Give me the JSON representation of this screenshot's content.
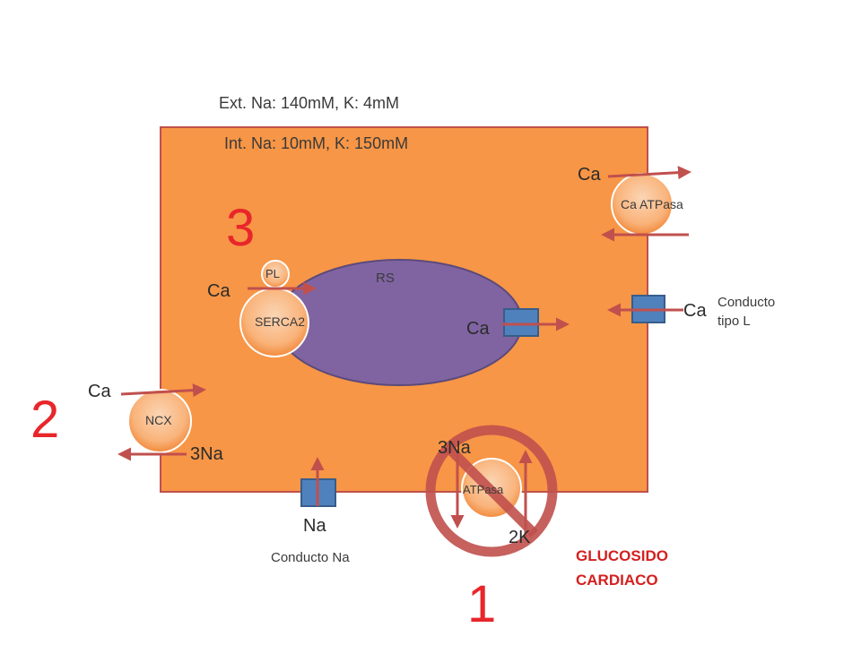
{
  "extracellular": "Ext. Na: 140mM, K: 4mM",
  "intracellular": "Int. Na: 10mM, K: 150mM",
  "numbers": {
    "one": "1",
    "two": "2",
    "three": "3"
  },
  "reticulum": {
    "label": "RS"
  },
  "serca": {
    "label": "SERCA2",
    "pl_label": "PL",
    "ion": "Ca"
  },
  "rs_channel": {
    "ion": "Ca"
  },
  "ca_atpase": {
    "label": "Ca ATPasa",
    "ion": "Ca"
  },
  "l_channel": {
    "ion": "Ca",
    "name_line1": "Conducto",
    "name_line2": "tipo L"
  },
  "ncx": {
    "label": "NCX",
    "ion_in": "Ca",
    "ion_out": "3Na"
  },
  "na_channel": {
    "ion": "Na",
    "name": "Conducto Na"
  },
  "na_k_atpase": {
    "label": "ATPasa",
    "ion_na": "3Na",
    "ion_k": "2K"
  },
  "drug": {
    "line1": "GLUCOSIDO",
    "line2": "CARDIACO"
  },
  "colors": {
    "cell": "#f79646",
    "reticulum": "#8064a2",
    "arrow": "#c0504d",
    "channel": "#4f81bd",
    "ban": "#c0504d",
    "numbers": "#e8262b"
  }
}
